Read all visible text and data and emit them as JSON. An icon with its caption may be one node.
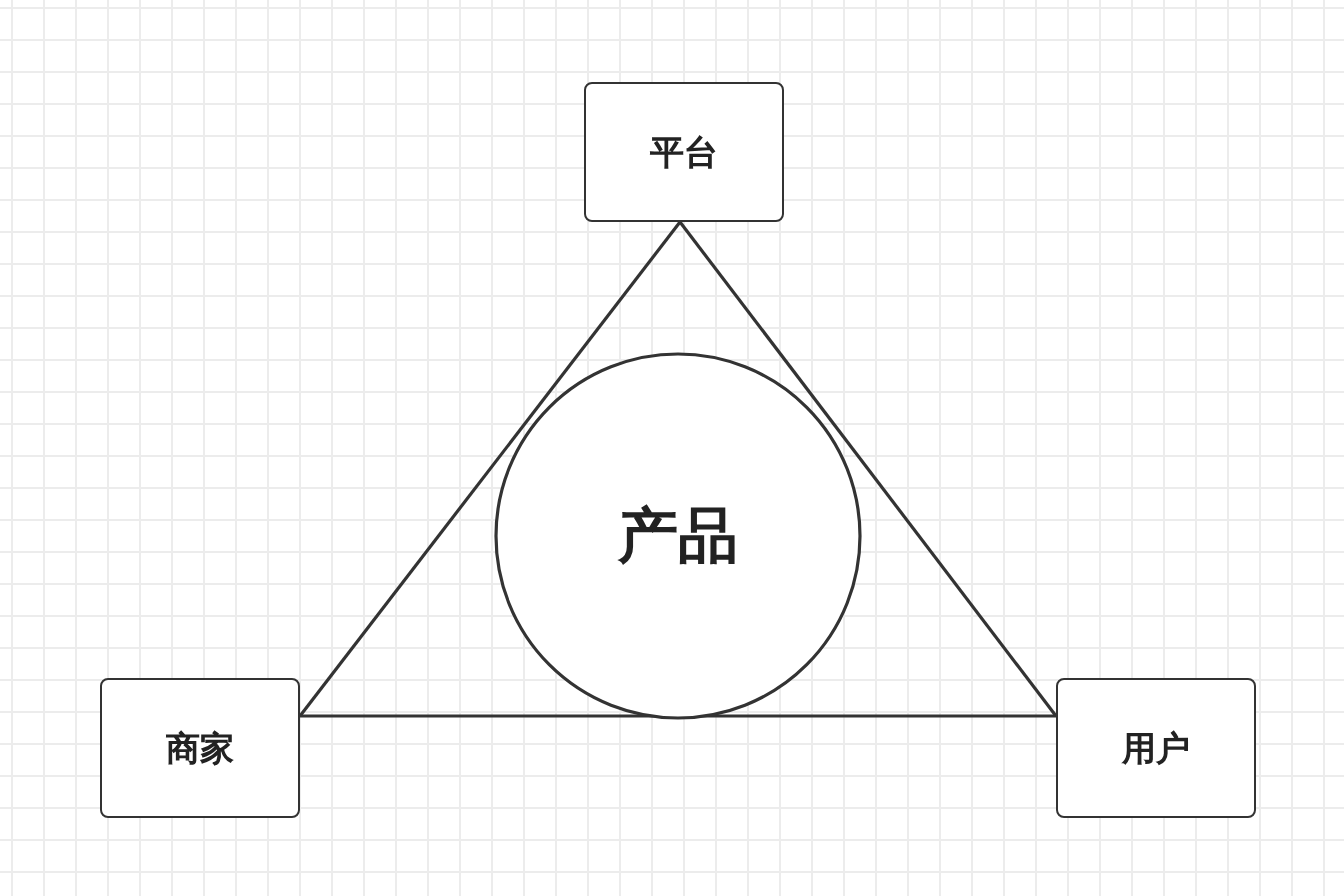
{
  "diagram": {
    "nodes": [
      {
        "text": [
          "平台"
        ]
      },
      {
        "text": [
          "商家"
        ]
      },
      {
        "text": [
          "用户"
        ]
      },
      {
        "text": [
          "产品"
        ]
      }
    ],
    "edges": [
      {
        "from": 0,
        "to": 1,
        "arrow": "none"
      },
      {
        "from": 1,
        "to": 2,
        "arrow": "none"
      },
      {
        "from": 2,
        "to": 0,
        "arrow": "none"
      }
    ]
  }
}
